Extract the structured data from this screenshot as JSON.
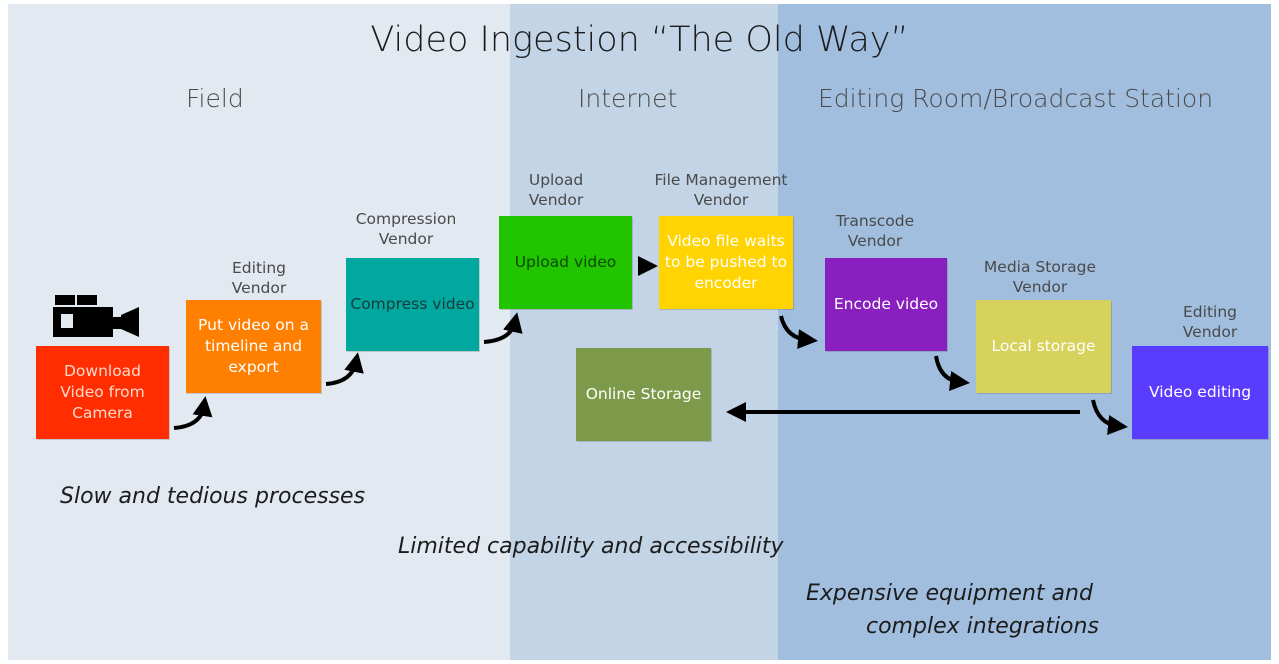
{
  "title": "Video Ingestion “The Old Way”",
  "zones": {
    "field": "Field",
    "internet": "Internet",
    "editing": "Editing Room/Broadcast Station"
  },
  "steps": {
    "download": {
      "label": "",
      "box": "Download Video from Camera",
      "color": "#ff2d00",
      "text_color": "#ffd9cc"
    },
    "editing1": {
      "label": "Editing Vendor",
      "box": "Put video on a timeline and export",
      "color": "#ff7f00",
      "text_color": "#ffffff"
    },
    "compression": {
      "label": "Compression Vendor",
      "box": "Compress video",
      "color": "#00a8a0",
      "text_color": "#1a3a38"
    },
    "upload": {
      "label": "Upload Vendor",
      "box": "Upload video",
      "color": "#22c400",
      "text_color": "#0b4a00"
    },
    "file_mgmt": {
      "label": "File Management Vendor",
      "box": "Video file waits to be pushed to encoder",
      "color": "#ffd400",
      "text_color": "#ffffff"
    },
    "transcode": {
      "label": "Transcode Vendor",
      "box": "Encode video",
      "color": "#8a1fc0",
      "text_color": "#ffffff"
    },
    "media_storage": {
      "label": "Media Storage Vendor",
      "box": "Local storage",
      "color": "#d6d25c",
      "text_color": "#ffffff"
    },
    "editing2": {
      "label": "Editing Vendor",
      "box": "Video editing",
      "color": "#5a3cff",
      "text_color": "#ffffff"
    },
    "online_storage": {
      "label": "",
      "box": "Online Storage",
      "color": "#7d9a4b",
      "text_color": "#ffffff"
    }
  },
  "notes": {
    "slow": "Slow and tedious processes",
    "limited": "Limited capability and accessibility",
    "expensive_line1": "Expensive equipment and",
    "expensive_line2": "complex integrations"
  },
  "icons": {
    "camera": "video-camera-icon"
  }
}
